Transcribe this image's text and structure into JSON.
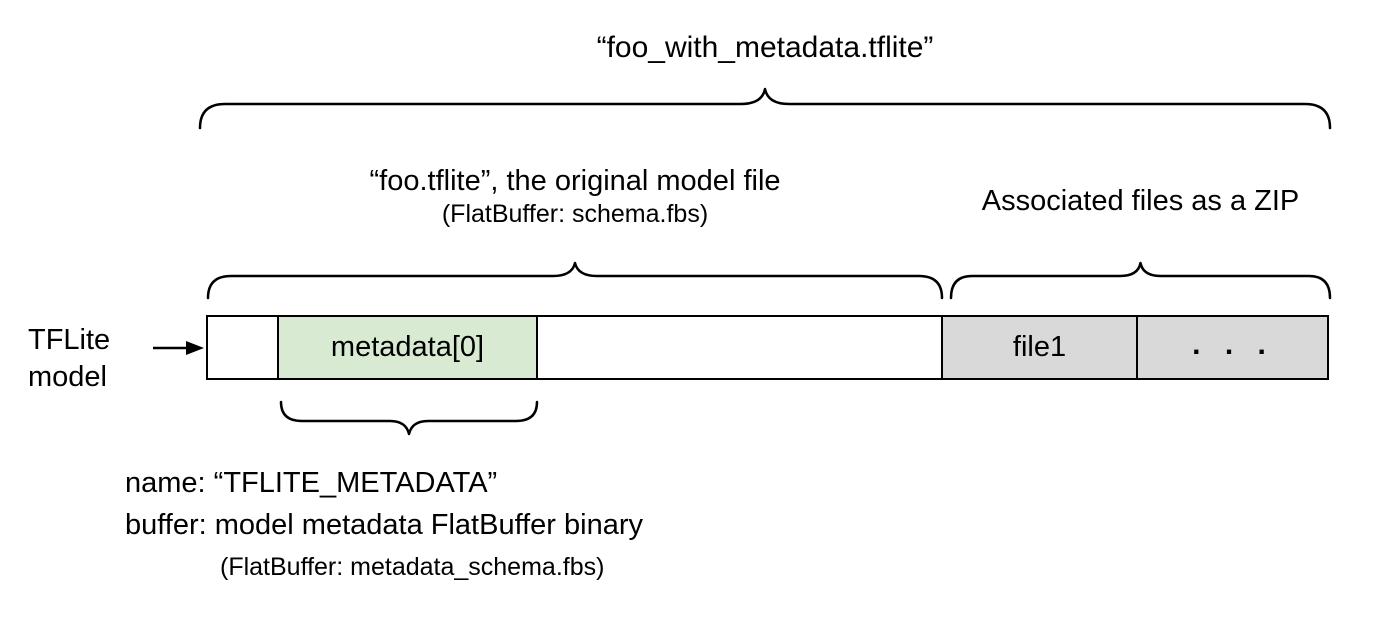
{
  "title": "“foo_with_metadata.tflite”",
  "sections": {
    "model": {
      "label": "“foo.tflite”, the original model file",
      "sublabel": "(FlatBuffer: schema.fbs)"
    },
    "zip": {
      "label": "Associated files as a ZIP"
    }
  },
  "pointer": {
    "line1": "TFLite",
    "line2": "model"
  },
  "bar": {
    "segments": [
      {
        "id": "model-header",
        "label": "",
        "fill": "#ffffff"
      },
      {
        "id": "metadata0",
        "label": "metadata[0]",
        "fill": "#d9ead3"
      },
      {
        "id": "model-body",
        "label": "",
        "fill": "#ffffff"
      },
      {
        "id": "file1",
        "label": "file1",
        "fill": "#d9d9d9"
      },
      {
        "id": "more-files",
        "label": ". . .",
        "fill": "#d9d9d9"
      }
    ]
  },
  "metadata_note": {
    "line1": "name: “TFLITE_METADATA”",
    "line2": "buffer: model metadata FlatBuffer binary",
    "line3": "(FlatBuffer: metadata_schema.fbs)"
  },
  "colors": {
    "metadata_fill": "#d9ead3",
    "associated_fill": "#d9d9d9",
    "stroke": "#000000"
  }
}
